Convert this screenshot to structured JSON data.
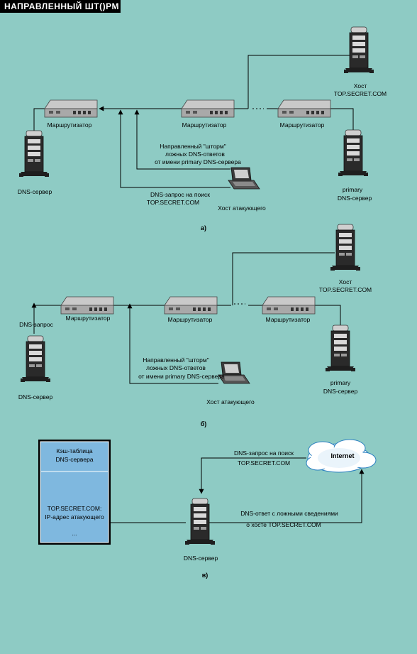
{
  "header": {
    "title": "НАПРАВЛЕННЫЙ ШТ()РМ"
  },
  "panel_a": {
    "router_left": "Маршрутизатор",
    "router_mid": "Маршрутизатор",
    "router_right": "Маршрутизатор",
    "host_top_line1": "Хост",
    "host_top_line2": "TOP.SECRET.COM",
    "dns_server": "DNS-сервер",
    "primary_line1": "primary",
    "primary_line2": "DNS-сервер",
    "storm_line1": "Направленный \"шторм\"",
    "storm_line2": "ложных DNS-ответов",
    "storm_line3": "от имени primary DNS-сервера",
    "query_line1": "DNS-запрос на поиск",
    "query_line2": "TOP.SECRET.COM",
    "attacker": "Хост атакующего",
    "caption": "а)"
  },
  "panel_b": {
    "router_left": "Маршрутизатор",
    "router_mid": "Маршрутизатор",
    "router_right": "Маршрутизатор",
    "host_top_line1": "Хост",
    "host_top_line2": "TOP.SECRET.COM",
    "dns_query": "DNS-запрос",
    "dns_server": "DNS-сервер",
    "primary_line1": "primary",
    "primary_line2": "DNS-сервер",
    "storm_line1": "Направленный \"шторм\"",
    "storm_line2": "ложных DNS-ответов",
    "storm_line3": "от имени primary DNS-сервера",
    "attacker": "Хост атакующего",
    "caption": "б)"
  },
  "panel_c": {
    "cache_title_line1": "Кэш-таблица",
    "cache_title_line2": "DNS-сервера",
    "cache_entry_line1": "TOP.SECRET.COM:",
    "cache_entry_line2": "IP-адрес атакующего",
    "cache_more": "...",
    "query_line1": "DNS-запрос на поиск",
    "query_line2": "TOP.SECRET.COM",
    "internet": "Internet",
    "answer_line1": "DNS-ответ с ложными сведениями",
    "answer_line2": "о хосте TOP.SECRET.COM",
    "dns_server": "DNS-сервер",
    "caption": "в)"
  }
}
